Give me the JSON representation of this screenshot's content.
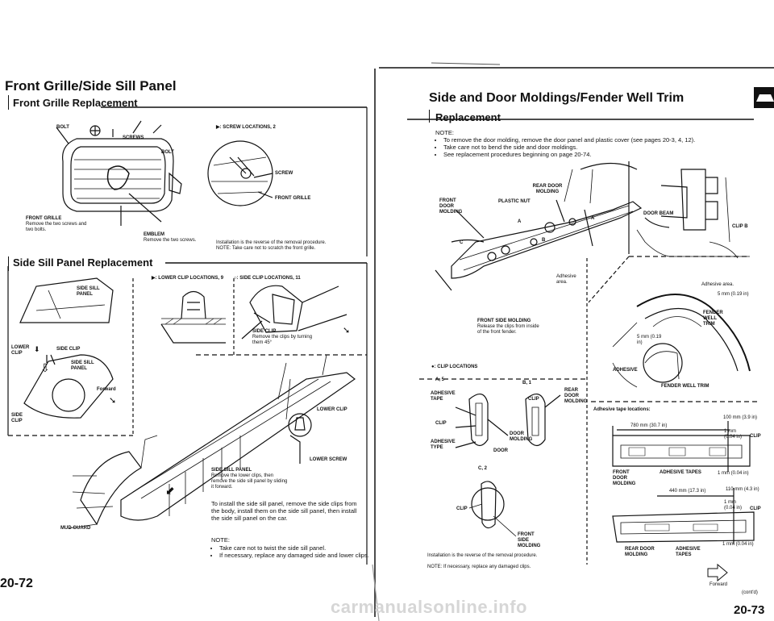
{
  "left_page": {
    "title": "Front Grille/Side Sill Panel",
    "section1": {
      "heading": "Front Grille Replacement",
      "legend": "▶: Screw locations, 2",
      "labels": {
        "bolt_top": "BOLT",
        "screws": "SCREWS",
        "bolt_right": "BOLT",
        "front_grille": "FRONT GRILLE",
        "front_grille_note": "Remove the two screws and two bolts.",
        "emblem": "EMBLEM",
        "emblem_note": "Remove the two screws.",
        "screw": "SCREW",
        "front_grille_detail": "FRONT GRILLE"
      },
      "note": "Installation is the reverse of the removal procedure.",
      "note2": "NOTE: Take care not to scratch the front grille."
    },
    "section2": {
      "heading": "Side Sill Panel Replacement",
      "legend_lower": "▶: Lower clip locations, 9",
      "legend_side": "○: Side clip locations, 11",
      "labels": {
        "side_sill_panel": "SIDE SILL PANEL",
        "lower_clip": "LOWER CLIP",
        "side_clip": "SIDE CLIP",
        "side_sill_panel2": "SIDE SILL PANEL",
        "forward": "Forward",
        "side_clip2": "SIDE CLIP",
        "side_clip_detail": "SIDE CLIP",
        "side_clip_note": "Remove the clips by turning them 45°",
        "lower_clip_right": "LOWER CLIP",
        "lower_screw": "LOWER SCREW",
        "side_sill_panel3": "SIDE SILL PANEL",
        "side_sill_note": "Remove the lower clips, then remove the side sill panel by sliding it forward.",
        "mud_guard": "MUD GUARD"
      },
      "install_text": "To install the side sill panel, remove the side clips from the body, install them on the side sill panel, then install the side sill panel on the car.",
      "note_heading": "NOTE:",
      "notes": [
        "Take care not to twist the side sill panel.",
        "If necessary, replace any damaged side and lower clips."
      ]
    },
    "page_number": "20-72"
  },
  "right_page": {
    "title": "Side and Door Moldings/Fender Well Trim",
    "section": "Replacement",
    "note_heading": "NOTE:",
    "notes": [
      "To remove the door molding, remove the door panel and plastic cover (see pages 20-3, 4, 12).",
      "Take care not to bend the side and door moldings.",
      "See replacement procedures beginning on page 20-74."
    ],
    "labels": {
      "rear_door_molding": "REAR DOOR MOLDING",
      "front_door_molding": "FRONT DOOR MOLDING",
      "plastic_nut": "PLASTIC NUT",
      "door_beam": "DOOR BEAM",
      "clip_b": "CLIP B",
      "adhesive_area": "Adhesive area.",
      "front_side_molding": "FRONT SIDE MOLDING",
      "front_side_note": "Release the clips from inside of the front fender.",
      "adhesive_area2": "Adhesive area.",
      "dim_5mm": "5 mm (0.19 in)",
      "fender_well_trim": "FENDER WELL TRIM",
      "dim_5mm_b": "5 mm (0.19 in)",
      "adhesive": "ADHESIVE",
      "fender_well_trim2": "FENDER WELL TRIM",
      "letter_a": "A",
      "letter_b": "B",
      "letter_c": "C"
    },
    "clip_legend": "●: Clip locations",
    "clip_diagram": {
      "a5": "A, 5",
      "b1": "B, 1",
      "c2": "C, 2",
      "adhesive_tape": "ADHESIVE TAPE",
      "clip": "CLIP",
      "adhesive_type": "ADHESIVE TYPE",
      "door_molding": "DOOR MOLDING",
      "door": "DOOR",
      "rear_door_molding": "REAR DOOR MOLDING",
      "clip_b": "CLIP",
      "clip_c": "CLIP",
      "front_side_molding": "FRONT SIDE MOLDING"
    },
    "tape_heading": "Adhesive tape locations:",
    "tape_front": {
      "dim_780": "780 mm (30.7 in)",
      "dim_100": "100 mm (3.9 in)",
      "dim_1mm": "1 mm (0.04 in)",
      "clip": "CLIP",
      "front_door_molding": "FRONT DOOR MOLDING",
      "adhesive_tapes": "ADHESIVE TAPES",
      "dim_1mm_b": "1 mm (0.04 in)"
    },
    "tape_rear": {
      "dim_440": "440 mm (17.3 in)",
      "dim_110": "110 mm (4.3 in)",
      "dim_1mm": "1 mm (0.04 in)",
      "clip": "CLIP",
      "dim_1mm_b": "1 mm (0.04 in)",
      "rear_door_molding": "REAR DOOR MOLDING",
      "adhesive_tapes": "ADHESIVE TAPES",
      "forward": "Forward"
    },
    "install_note": "Installation is the reverse of the removal procedure.",
    "install_note2": "NOTE: If necessary, replace any damaged clips.",
    "contd": "(cont'd)",
    "page_number": "20-73"
  },
  "watermark": "carmanualsonline.info"
}
